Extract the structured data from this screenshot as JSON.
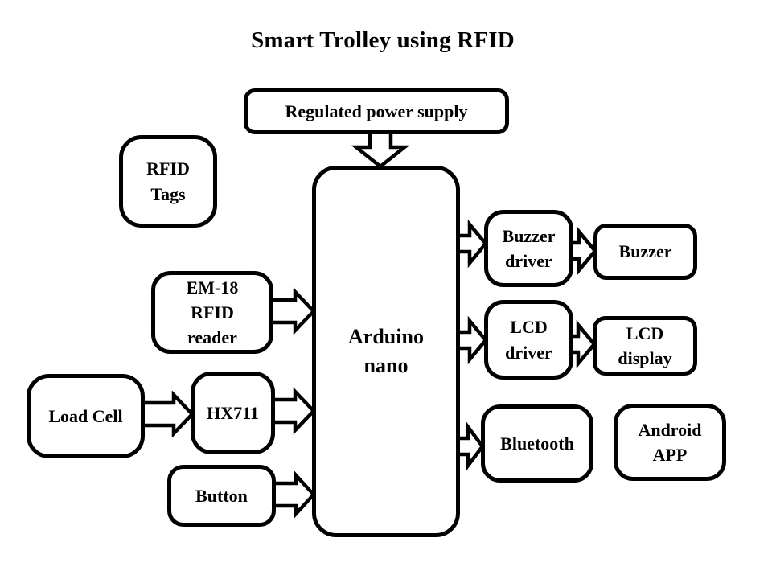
{
  "title": "Smart Trolley using RFID",
  "colors": {
    "line": "#000000",
    "box_fill": "#ffffff",
    "background": "#ffffff"
  },
  "nodes": {
    "power_supply": {
      "label": "Regulated power supply"
    },
    "rfid_tags": {
      "label": "RFID\nTags"
    },
    "em18_rfid_reader": {
      "label": "EM-18\nRFID\nreader"
    },
    "load_cell": {
      "label": "Load Cell"
    },
    "hx711": {
      "label": "HX711"
    },
    "button": {
      "label": "Button"
    },
    "arduino": {
      "label": "Arduino\nnano"
    },
    "buzzer_driver": {
      "label": "Buzzer\ndriver"
    },
    "buzzer": {
      "label": "Buzzer"
    },
    "lcd_driver": {
      "label": "LCD\ndriver"
    },
    "lcd_display": {
      "label": "LCD\ndisplay"
    },
    "bluetooth": {
      "label": "Bluetooth"
    },
    "android_app": {
      "label": "Android\nAPP"
    }
  },
  "edges": [
    {
      "from": "Regulated power supply",
      "to": "Arduino nano",
      "direction": "down"
    },
    {
      "from": "EM-18 RFID reader",
      "to": "Arduino nano",
      "direction": "right"
    },
    {
      "from": "Load Cell",
      "to": "HX711",
      "direction": "right"
    },
    {
      "from": "HX711",
      "to": "Arduino nano",
      "direction": "right"
    },
    {
      "from": "Button",
      "to": "Arduino nano",
      "direction": "right"
    },
    {
      "from": "Arduino nano",
      "to": "Buzzer driver",
      "direction": "right"
    },
    {
      "from": "Buzzer driver",
      "to": "Buzzer",
      "direction": "right"
    },
    {
      "from": "Arduino nano",
      "to": "LCD driver",
      "direction": "right"
    },
    {
      "from": "LCD driver",
      "to": "LCD display",
      "direction": "right"
    },
    {
      "from": "Arduino nano",
      "to": "Bluetooth",
      "direction": "right"
    }
  ]
}
